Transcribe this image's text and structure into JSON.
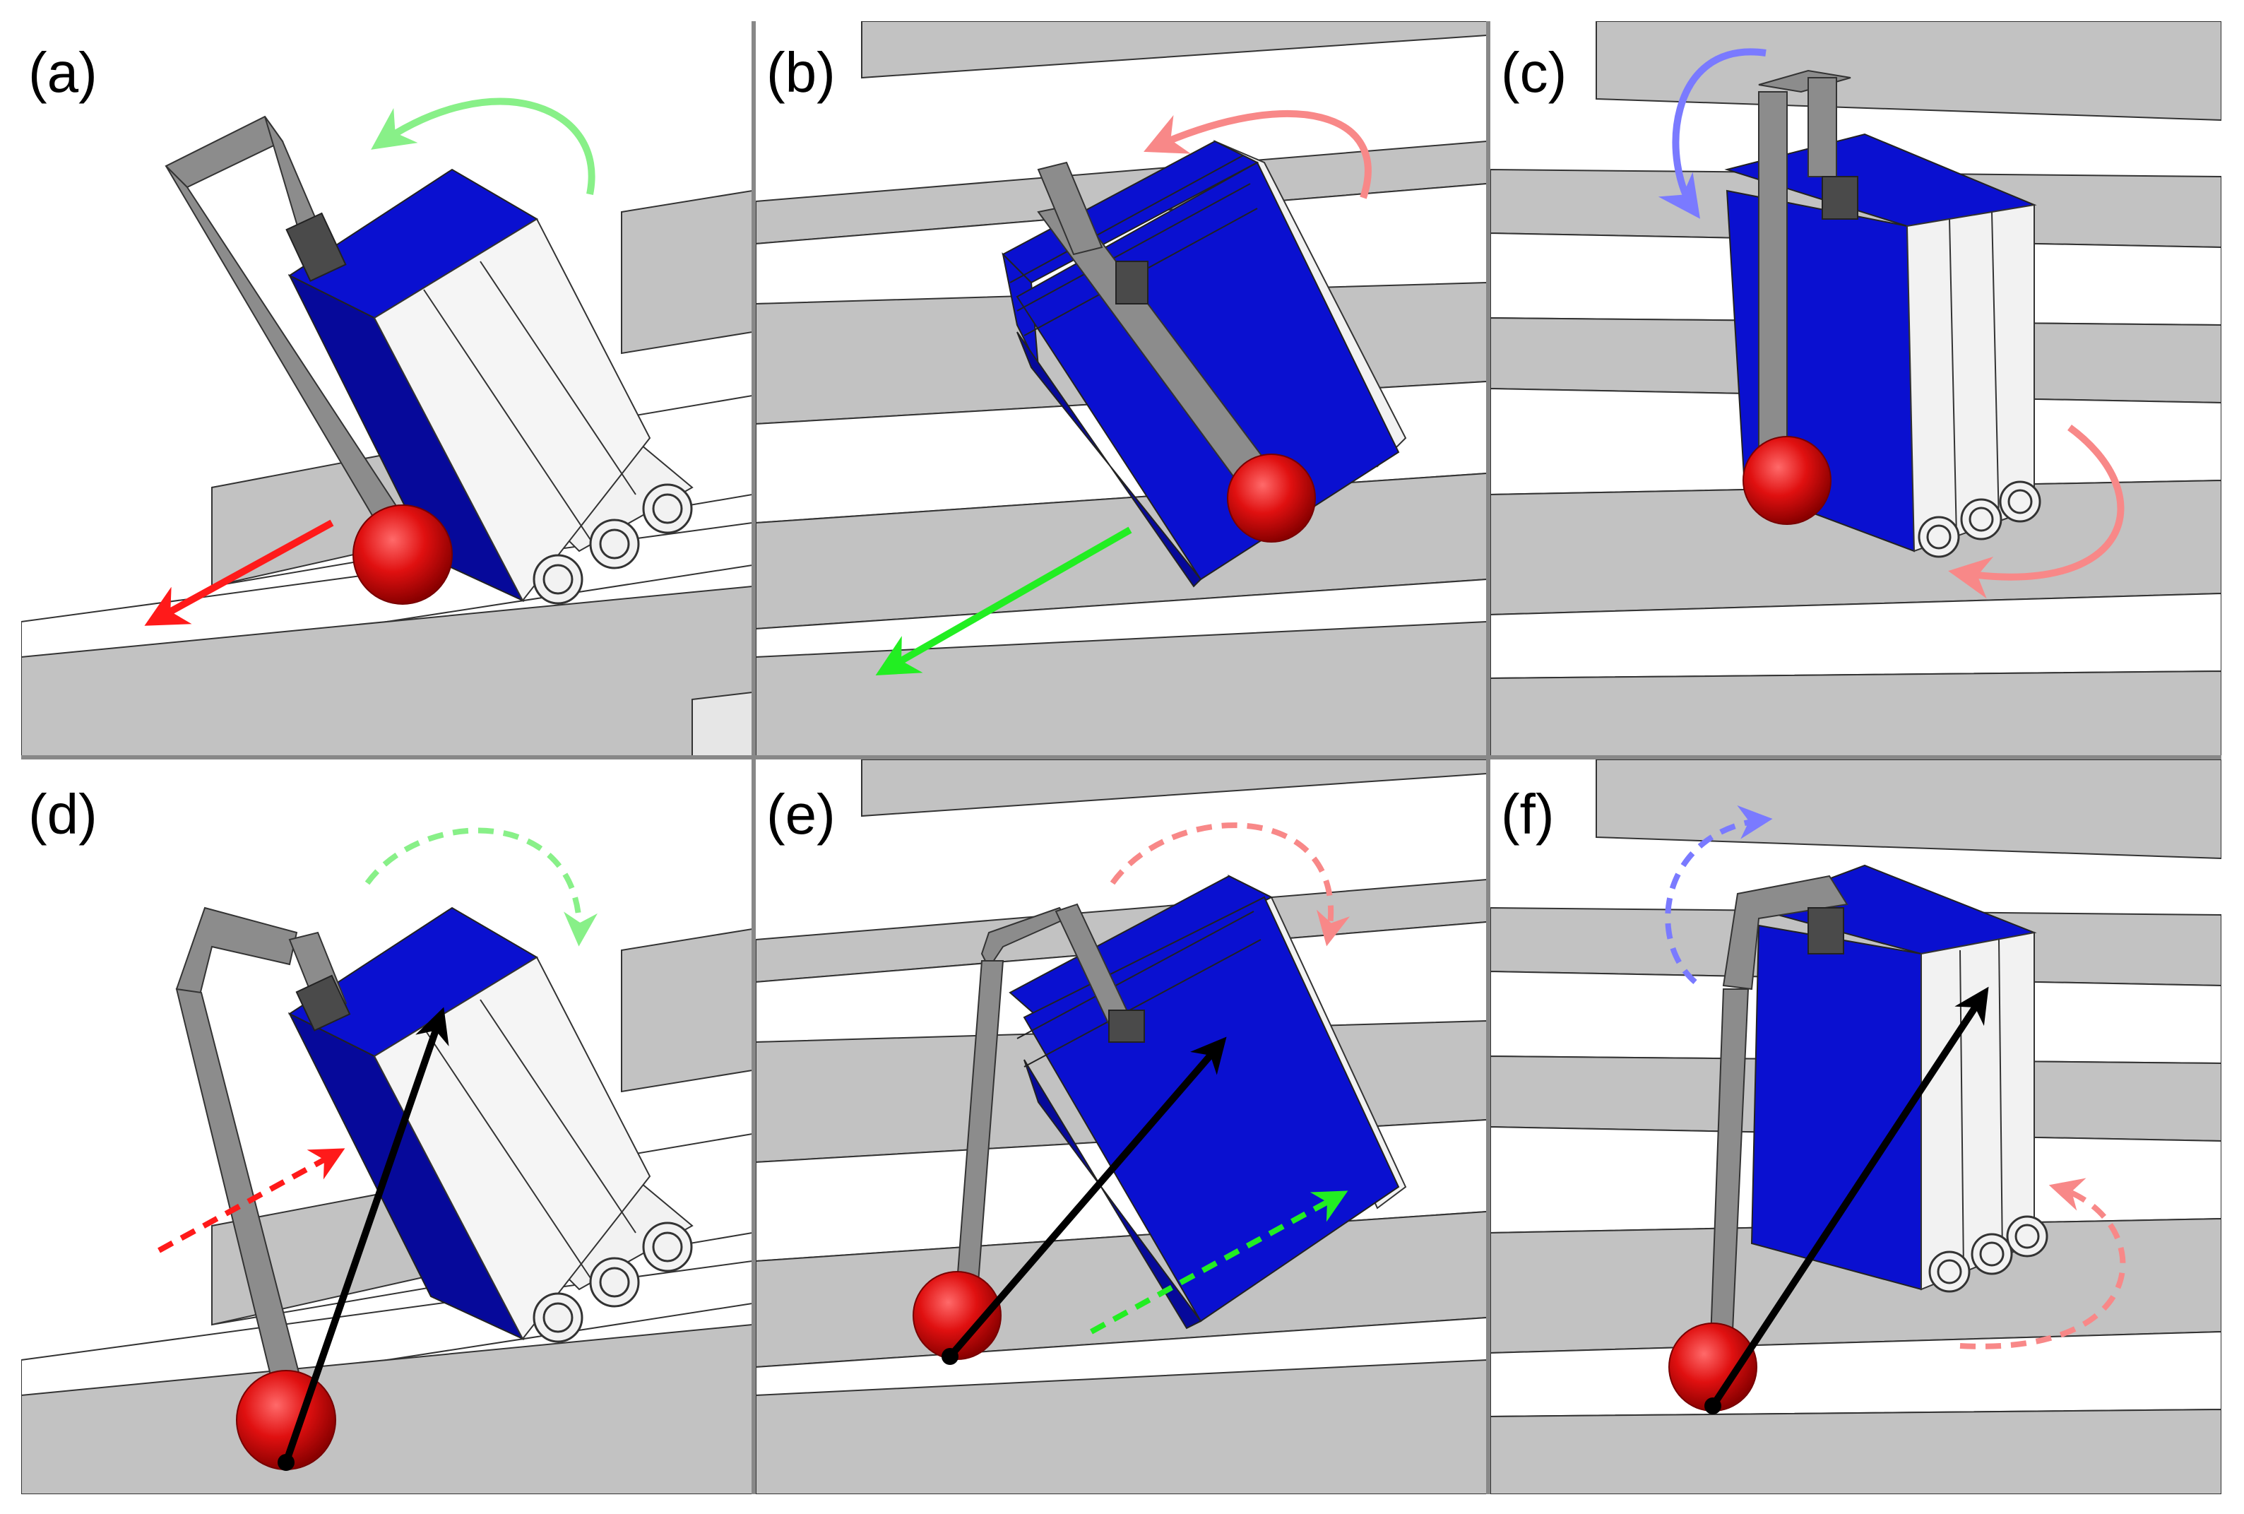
{
  "figure": {
    "panels": [
      {
        "id": "a",
        "label": "(a)"
      },
      {
        "id": "b",
        "label": "(b)"
      },
      {
        "id": "c",
        "label": "(c)"
      },
      {
        "id": "d",
        "label": "(d)"
      },
      {
        "id": "e",
        "label": "(e)"
      },
      {
        "id": "f",
        "label": "(f)"
      }
    ]
  },
  "colors": {
    "stair_top": "#ffffff",
    "stair_riser": "#c2c2c2",
    "body_blue": "#0a10d0",
    "body_blue_dark": "#06099a",
    "leg_gray": "#8c8c8c",
    "leg_dark": "#4a4a4a",
    "foot_red": "#e01010",
    "roller_white": "#f2f2f2",
    "arrow_red": "#ff1a1a",
    "arrow_green": "#22ee22",
    "arrow_light_green": "#88f088",
    "arrow_pink": "#f88888",
    "arrow_blue": "#7a7aff",
    "arrow_black": "#000000",
    "divider": "#888888"
  },
  "icons": {
    "motion_arrow": "curved-arrow-icon",
    "translation_arrow": "straight-arrow-icon",
    "vector_arrow": "black-vector-arrow-icon"
  }
}
